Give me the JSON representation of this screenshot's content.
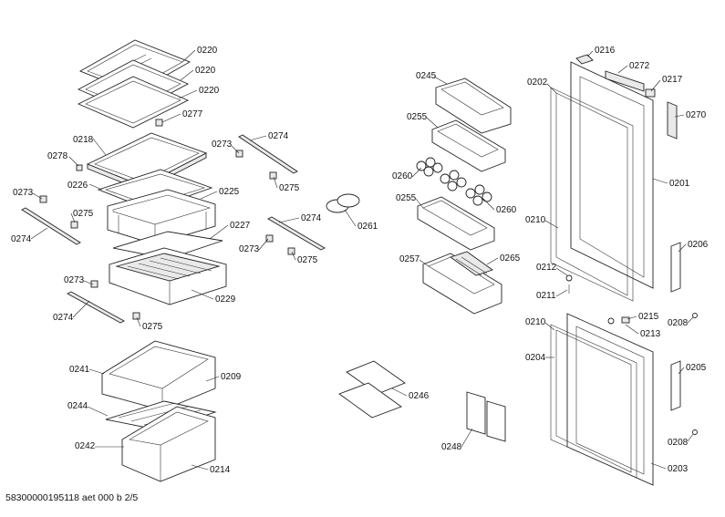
{
  "footer_text": "58300000195118 aet 000 b 2/5",
  "labels": [
    {
      "id": "l_0220a",
      "text": "0220"
    },
    {
      "id": "l_0220b",
      "text": "0220"
    },
    {
      "id": "l_0220c",
      "text": "0220"
    },
    {
      "id": "l_0277",
      "text": "0277"
    },
    {
      "id": "l_0218",
      "text": "0218"
    },
    {
      "id": "l_0278",
      "text": "0278"
    },
    {
      "id": "l_0226",
      "text": "0226"
    },
    {
      "id": "l_0225",
      "text": "0225"
    },
    {
      "id": "l_0227",
      "text": "0227"
    },
    {
      "id": "l_0229",
      "text": "0229"
    },
    {
      "id": "l_0273a",
      "text": "0273"
    },
    {
      "id": "l_0274a",
      "text": "0274"
    },
    {
      "id": "l_0275a",
      "text": "0275"
    },
    {
      "id": "l_0273b",
      "text": "0273"
    },
    {
      "id": "l_0274b",
      "text": "0274"
    },
    {
      "id": "l_0275b",
      "text": "0275"
    },
    {
      "id": "l_0274c",
      "text": "0274"
    },
    {
      "id": "l_0273c",
      "text": "0273"
    },
    {
      "id": "l_0275c",
      "text": "0275"
    },
    {
      "id": "l_0273d",
      "text": "0273"
    },
    {
      "id": "l_0274d",
      "text": "0274"
    },
    {
      "id": "l_0275d",
      "text": "0275"
    },
    {
      "id": "l_0261",
      "text": "0261"
    },
    {
      "id": "l_0241",
      "text": "0241"
    },
    {
      "id": "l_0209",
      "text": "0209"
    },
    {
      "id": "l_0244",
      "text": "0244"
    },
    {
      "id": "l_0242",
      "text": "0242"
    },
    {
      "id": "l_0214",
      "text": "0214"
    },
    {
      "id": "l_0245",
      "text": "0245"
    },
    {
      "id": "l_0255a",
      "text": "0255"
    },
    {
      "id": "l_0260a",
      "text": "0260"
    },
    {
      "id": "l_0260b",
      "text": "0260"
    },
    {
      "id": "l_0255b",
      "text": "0255"
    },
    {
      "id": "l_0257",
      "text": "0257"
    },
    {
      "id": "l_0265",
      "text": "0265"
    },
    {
      "id": "l_0246",
      "text": "0246"
    },
    {
      "id": "l_0248",
      "text": "0248"
    },
    {
      "id": "l_0216",
      "text": "0216"
    },
    {
      "id": "l_0272",
      "text": "0272"
    },
    {
      "id": "l_0202",
      "text": "0202"
    },
    {
      "id": "l_0217",
      "text": "0217"
    },
    {
      "id": "l_0270",
      "text": "0270"
    },
    {
      "id": "l_0201",
      "text": "0201"
    },
    {
      "id": "l_0210a",
      "text": "0210"
    },
    {
      "id": "l_0206",
      "text": "0206"
    },
    {
      "id": "l_0212",
      "text": "0212"
    },
    {
      "id": "l_0211",
      "text": "0211"
    },
    {
      "id": "l_0210b",
      "text": "0210"
    },
    {
      "id": "l_0215",
      "text": "0215"
    },
    {
      "id": "l_0213",
      "text": "0213"
    },
    {
      "id": "l_0208a",
      "text": "0208"
    },
    {
      "id": "l_0204",
      "text": "0204"
    },
    {
      "id": "l_0205",
      "text": "0205"
    },
    {
      "id": "l_0208b",
      "text": "0208"
    },
    {
      "id": "l_0203",
      "text": "0203"
    }
  ]
}
